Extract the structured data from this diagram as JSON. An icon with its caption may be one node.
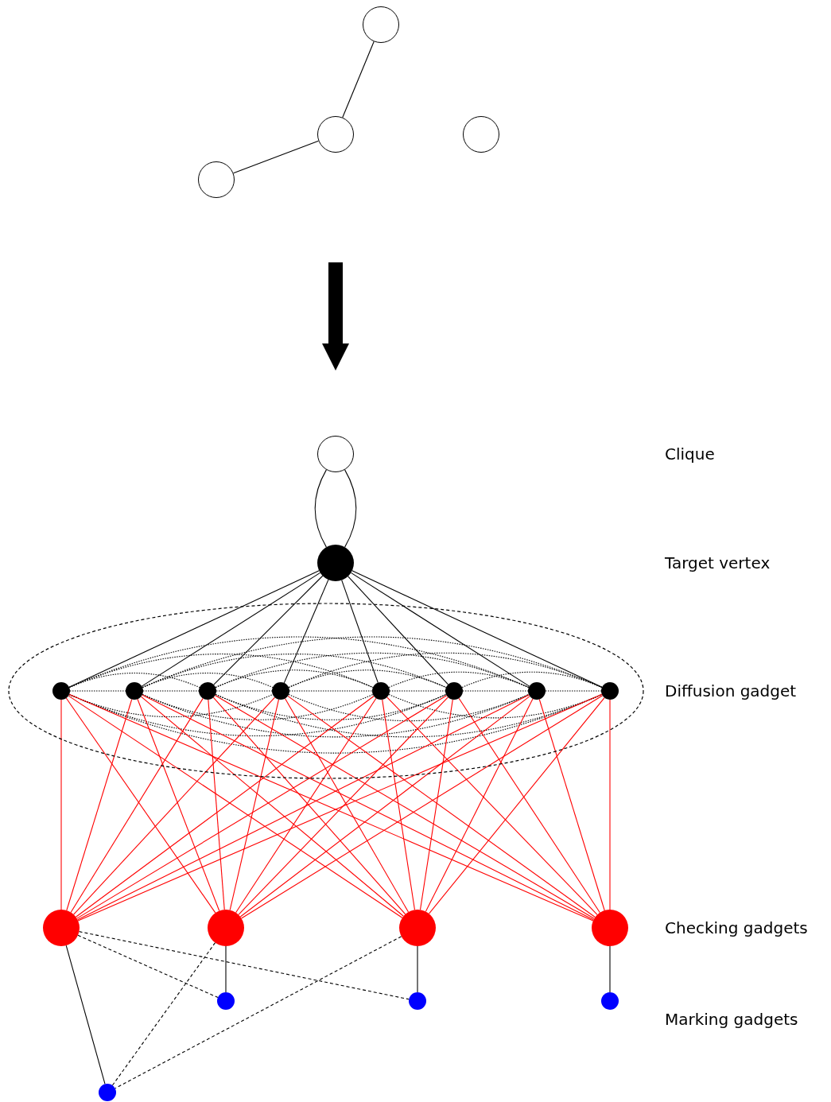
{
  "diagram": {
    "nodes": [
      {
        "text": [],
        "shape": "circle"
      },
      {
        "text": [],
        "shape": "circle"
      },
      {
        "text": [],
        "shape": "circle"
      },
      {
        "text": [],
        "shape": "circle"
      },
      {
        "text": [],
        "shape": "circle"
      },
      {
        "text": [],
        "shape": "circle"
      },
      {
        "text": [],
        "shape": "ellipse"
      },
      {
        "text": [],
        "shape": "circle",
        "in": 6
      },
      {
        "text": [],
        "shape": "circle",
        "in": 6
      },
      {
        "text": [],
        "shape": "circle",
        "in": 6
      },
      {
        "text": [],
        "shape": "circle",
        "in": 6
      },
      {
        "text": [],
        "shape": "circle",
        "in": 6
      },
      {
        "text": [],
        "shape": "circle",
        "in": 6
      },
      {
        "text": [],
        "shape": "circle",
        "in": 6
      },
      {
        "text": [],
        "shape": "circle",
        "in": 6
      },
      {
        "text": [],
        "shape": "circle"
      },
      {
        "text": [],
        "shape": "circle"
      },
      {
        "text": [],
        "shape": "circle"
      },
      {
        "text": [],
        "shape": "circle"
      },
      {
        "text": [],
        "shape": "circle"
      },
      {
        "text": [],
        "shape": "circle"
      },
      {
        "text": [],
        "shape": "circle"
      },
      {
        "text": [],
        "shape": "circle"
      }
    ],
    "edges": [
      {
        "from": 0,
        "to": 1,
        "arrow": "none"
      },
      {
        "from": 1,
        "to": 3,
        "arrow": "none"
      },
      {
        "from": 4,
        "to": 5,
        "arrow": "none"
      },
      {
        "from": 4,
        "to": 5,
        "arrow": "none"
      },
      {
        "from": 5,
        "to": 7,
        "arrow": "none"
      },
      {
        "from": 5,
        "to": 8,
        "arrow": "none"
      },
      {
        "from": 5,
        "to": 9,
        "arrow": "none"
      },
      {
        "from": 5,
        "to": 10,
        "arrow": "none"
      },
      {
        "from": 5,
        "to": 11,
        "arrow": "none"
      },
      {
        "from": 5,
        "to": 12,
        "arrow": "none"
      },
      {
        "from": 5,
        "to": 13,
        "arrow": "none"
      },
      {
        "from": 5,
        "to": 14,
        "arrow": "none"
      },
      {
        "from": 7,
        "to": 8,
        "arrow": "none",
        "style": "dashed"
      },
      {
        "from": 7,
        "to": 9,
        "arrow": "none",
        "style": "dashed"
      },
      {
        "from": 7,
        "to": 10,
        "arrow": "none",
        "style": "dashed"
      },
      {
        "from": 7,
        "to": 11,
        "arrow": "none",
        "style": "dashed"
      },
      {
        "from": 7,
        "to": 12,
        "arrow": "none",
        "style": "dashed"
      },
      {
        "from": 7,
        "to": 13,
        "arrow": "none",
        "style": "dashed"
      },
      {
        "from": 7,
        "to": 14,
        "arrow": "none",
        "style": "dashed"
      },
      {
        "from": 8,
        "to": 9,
        "arrow": "none",
        "style": "dashed"
      },
      {
        "from": 8,
        "to": 10,
        "arrow": "none",
        "style": "dashed"
      },
      {
        "from": 8,
        "to": 11,
        "arrow": "none",
        "style": "dashed"
      },
      {
        "from": 8,
        "to": 12,
        "arrow": "none",
        "style": "dashed"
      },
      {
        "from": 8,
        "to": 13,
        "arrow": "none",
        "style": "dashed"
      },
      {
        "from": 8,
        "to": 14,
        "arrow": "none",
        "style": "dashed"
      },
      {
        "from": 9,
        "to": 10,
        "arrow": "none",
        "style": "dashed"
      },
      {
        "from": 9,
        "to": 11,
        "arrow": "none",
        "style": "dashed"
      },
      {
        "from": 9,
        "to": 12,
        "arrow": "none",
        "style": "dashed"
      },
      {
        "from": 9,
        "to": 13,
        "arrow": "none",
        "style": "dashed"
      },
      {
        "from": 9,
        "to": 14,
        "arrow": "none",
        "style": "dashed"
      },
      {
        "from": 10,
        "to": 11,
        "arrow": "none",
        "style": "dashed"
      },
      {
        "from": 10,
        "to": 12,
        "arrow": "none",
        "style": "dashed"
      },
      {
        "from": 10,
        "to": 13,
        "arrow": "none",
        "style": "dashed"
      },
      {
        "from": 10,
        "to": 14,
        "arrow": "none",
        "style": "dashed"
      },
      {
        "from": 11,
        "to": 12,
        "arrow": "none",
        "style": "dashed"
      },
      {
        "from": 11,
        "to": 13,
        "arrow": "none",
        "style": "dashed"
      },
      {
        "from": 11,
        "to": 14,
        "arrow": "none",
        "style": "dashed"
      },
      {
        "from": 12,
        "to": 13,
        "arrow": "none",
        "style": "dashed"
      },
      {
        "from": 12,
        "to": 14,
        "arrow": "none",
        "style": "dashed"
      },
      {
        "from": 13,
        "to": 14,
        "arrow": "none",
        "style": "dashed"
      },
      {
        "from": 7,
        "to": 15,
        "arrow": "none",
        "color": "#ff0000"
      },
      {
        "from": 7,
        "to": 16,
        "arrow": "none",
        "color": "#ff0000"
      },
      {
        "from": 7,
        "to": 17,
        "arrow": "none",
        "color": "#ff0000"
      },
      {
        "from": 7,
        "to": 18,
        "arrow": "none",
        "color": "#ff0000"
      },
      {
        "from": 8,
        "to": 15,
        "arrow": "none",
        "color": "#ff0000"
      },
      {
        "from": 8,
        "to": 16,
        "arrow": "none",
        "color": "#ff0000"
      },
      {
        "from": 8,
        "to": 17,
        "arrow": "none",
        "color": "#ff0000"
      },
      {
        "from": 8,
        "to": 18,
        "arrow": "none",
        "color": "#ff0000"
      },
      {
        "from": 9,
        "to": 15,
        "arrow": "none",
        "color": "#ff0000"
      },
      {
        "from": 9,
        "to": 16,
        "arrow": "none",
        "color": "#ff0000"
      },
      {
        "from": 9,
        "to": 17,
        "arrow": "none",
        "color": "#ff0000"
      },
      {
        "from": 9,
        "to": 18,
        "arrow": "none",
        "color": "#ff0000"
      },
      {
        "from": 10,
        "to": 15,
        "arrow": "none",
        "color": "#ff0000"
      },
      {
        "from": 10,
        "to": 16,
        "arrow": "none",
        "color": "#ff0000"
      },
      {
        "from": 10,
        "to": 17,
        "arrow": "none",
        "color": "#ff0000"
      },
      {
        "from": 10,
        "to": 18,
        "arrow": "none",
        "color": "#ff0000"
      },
      {
        "from": 11,
        "to": 15,
        "arrow": "none",
        "color": "#ff0000"
      },
      {
        "from": 11,
        "to": 16,
        "arrow": "none",
        "color": "#ff0000"
      },
      {
        "from": 11,
        "to": 17,
        "arrow": "none",
        "color": "#ff0000"
      },
      {
        "from": 11,
        "to": 18,
        "arrow": "none",
        "color": "#ff0000"
      },
      {
        "from": 12,
        "to": 15,
        "arrow": "none",
        "color": "#ff0000"
      },
      {
        "from": 12,
        "to": 16,
        "arrow": "none",
        "color": "#ff0000"
      },
      {
        "from": 12,
        "to": 17,
        "arrow": "none",
        "color": "#ff0000"
      },
      {
        "from": 12,
        "to": 18,
        "arrow": "none",
        "color": "#ff0000"
      },
      {
        "from": 13,
        "to": 15,
        "arrow": "none",
        "color": "#ff0000"
      },
      {
        "from": 13,
        "to": 16,
        "arrow": "none",
        "color": "#ff0000"
      },
      {
        "from": 13,
        "to": 17,
        "arrow": "none",
        "color": "#ff0000"
      },
      {
        "from": 13,
        "to": 18,
        "arrow": "none",
        "color": "#ff0000"
      },
      {
        "from": 14,
        "to": 15,
        "arrow": "none",
        "color": "#ff0000"
      },
      {
        "from": 14,
        "to": 16,
        "arrow": "none",
        "color": "#ff0000"
      },
      {
        "from": 14,
        "to": 17,
        "arrow": "none",
        "color": "#ff0000"
      },
      {
        "from": 14,
        "to": 18,
        "arrow": "none",
        "color": "#ff0000"
      },
      {
        "from": 15,
        "to": 22,
        "arrow": "none"
      },
      {
        "from": 16,
        "to": 19,
        "arrow": "none"
      },
      {
        "from": 17,
        "to": 20,
        "arrow": "none"
      },
      {
        "from": 18,
        "to": 21,
        "arrow": "none"
      },
      {
        "from": 15,
        "to": 19,
        "arrow": "none",
        "style": "dashed"
      },
      {
        "from": 15,
        "to": 20,
        "arrow": "none",
        "style": "dashed"
      },
      {
        "from": 16,
        "to": 22,
        "arrow": "none",
        "style": "dashed"
      },
      {
        "from": 17,
        "to": 22,
        "arrow": "none",
        "style": "dashed"
      }
    ],
    "labels": [
      "Clique",
      "Target vertex",
      "Diffusion gadget",
      "Checking gadgets",
      "Marking gadgets"
    ]
  }
}
